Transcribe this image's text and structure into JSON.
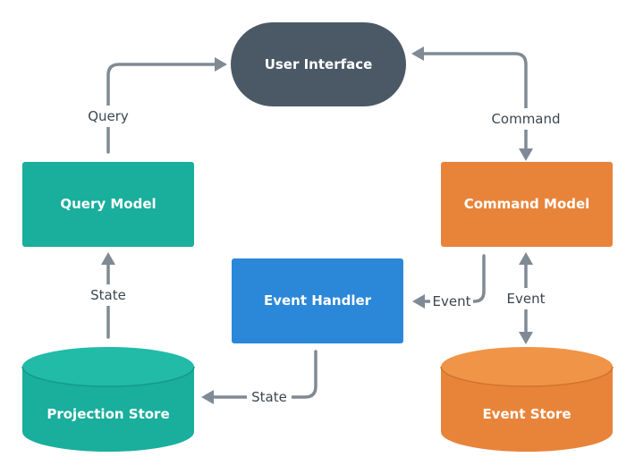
{
  "colors": {
    "ui_node": "#4b5966",
    "query": "#1aae9c",
    "command": "#e8843a",
    "handler": "#2b87d8",
    "edge": "#7f8a94",
    "edge_label": "#3c4650",
    "cyl_top_teal": "#21bba8",
    "cyl_top_orange": "#f09448"
  },
  "nodes": {
    "user_interface": {
      "label": "User Interface",
      "shape": "stadium"
    },
    "query_model": {
      "label": "Query Model",
      "shape": "rectangle"
    },
    "command_model": {
      "label": "Command Model",
      "shape": "rectangle"
    },
    "event_handler": {
      "label": "Event Handler",
      "shape": "rectangle"
    },
    "projection_store": {
      "label": "Projection Store",
      "shape": "cylinder"
    },
    "event_store": {
      "label": "Event Store",
      "shape": "cylinder"
    }
  },
  "edges": {
    "query": {
      "label": "Query",
      "from": "Query Model",
      "to": "User Interface"
    },
    "command": {
      "label": "Command",
      "from": "User Interface",
      "to": "Command Model"
    },
    "state_up": {
      "label": "State",
      "from": "Projection Store",
      "to": "Query Model"
    },
    "event_to_handler": {
      "label": "Event",
      "from": "Command Model",
      "to": "Event Handler"
    },
    "event_store_link": {
      "label": "Event",
      "from": "Command Model",
      "to": "Event Store"
    },
    "state_to_projection": {
      "label": "State",
      "from": "Event Handler",
      "to": "Projection Store"
    }
  }
}
